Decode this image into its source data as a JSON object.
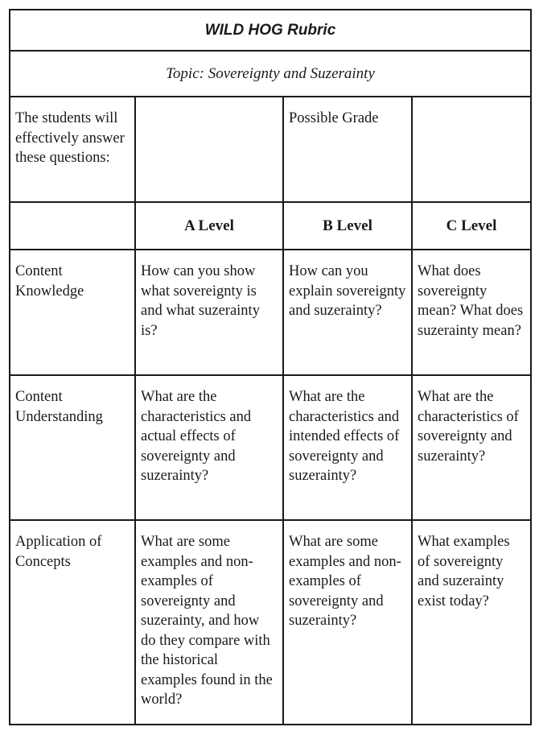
{
  "rubric": {
    "title": "WILD HOG Rubric",
    "topic": "Topic: Sovereignty and Suzerainty",
    "intro": "The students will effectively answer these questions:",
    "possible_grade": "Possible Grade",
    "levels": [
      "A Level",
      "B Level",
      "C Level"
    ],
    "rows": [
      {
        "label": "Content Knowledge",
        "cells": [
          "How can you show what sovereignty is and what suzerainty is?",
          "How can you explain sovereignty and suzerainty?",
          "What does sovereignty mean? What does suzerainty mean?"
        ]
      },
      {
        "label": "Content Understanding",
        "cells": [
          "What are the characteristics and actual effects of sovereignty and suzerainty?",
          "What are the characteristics and intended effects of sovereignty and suzerainty?",
          "What are the characteristics of sovereignty and suzerainty?"
        ]
      },
      {
        "label": "Application of Concepts",
        "cells": [
          "What are some examples and non-examples of sovereignty and suzerainty, and how do they compare with the historical examples found in the world?",
          "What are some examples and non-examples of sovereignty and suzerainty?",
          "What examples of sovereignty and suzerainty exist today?"
        ]
      }
    ]
  }
}
